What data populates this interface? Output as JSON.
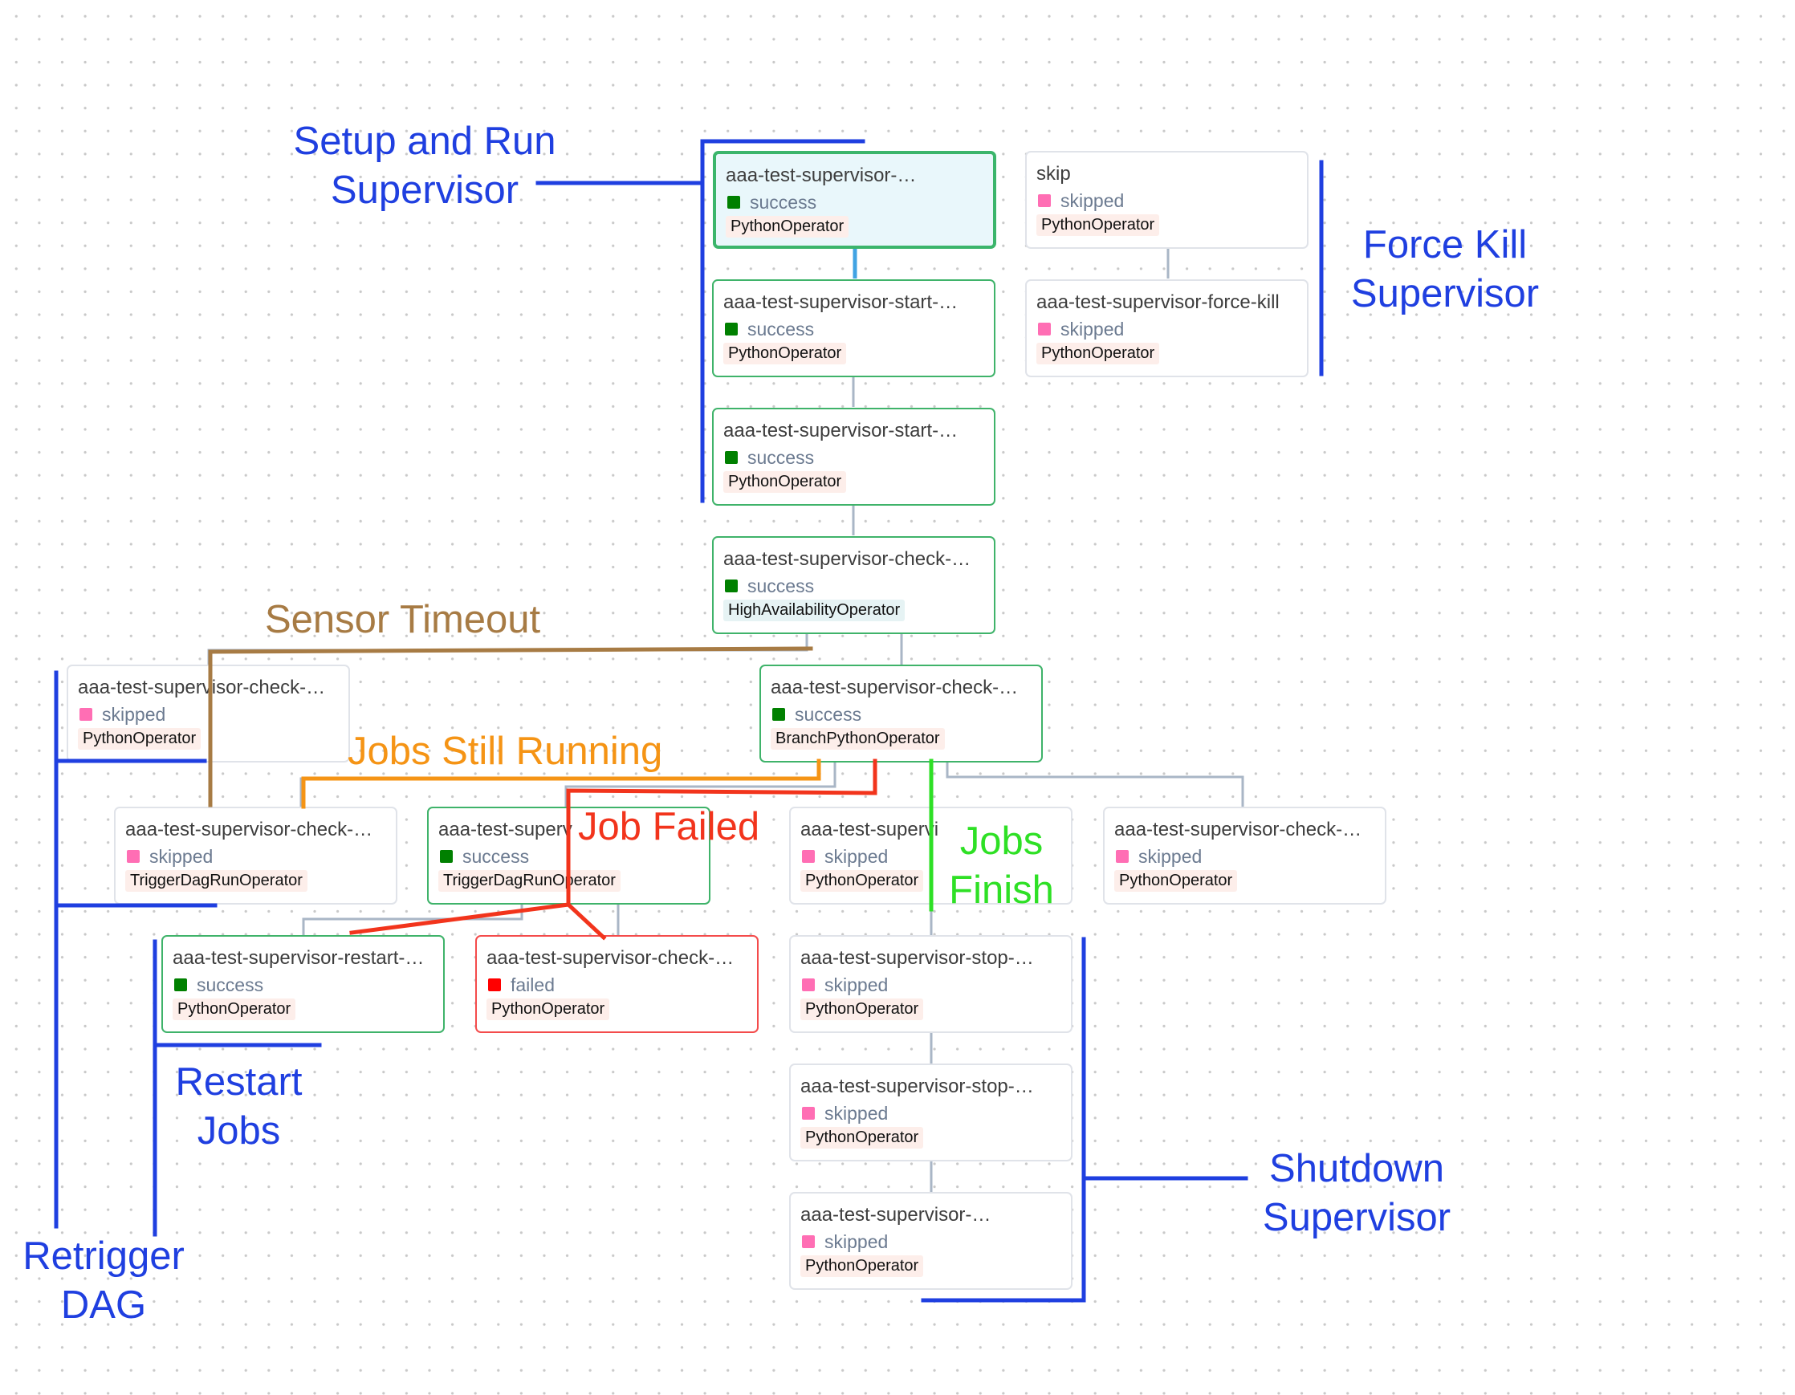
{
  "colors": {
    "annotation_blue": "#1f3fe0",
    "sensor_timeout": "#a77b44",
    "jobs_still_running": "#f59415",
    "job_failed": "#f2341c",
    "jobs_finish": "#2ee025",
    "edge": "#a9b6c6",
    "selected_edge": "#41a3e3",
    "success": "#008000",
    "skipped": "#ff6eb4",
    "failed": "#ff0000"
  },
  "nodes": [
    {
      "id": "setup",
      "title": "aaa-test-supervisor-…",
      "state": "success",
      "operator": "PythonOperator",
      "selected": true
    },
    {
      "id": "start1",
      "title": "aaa-test-supervisor-start-…",
      "state": "success",
      "operator": "PythonOperator"
    },
    {
      "id": "start2",
      "title": "aaa-test-supervisor-start-…",
      "state": "success",
      "operator": "PythonOperator"
    },
    {
      "id": "check_ha",
      "title": "aaa-test-supervisor-check-…",
      "state": "success",
      "operator": "HighAvailabilityOperator"
    },
    {
      "id": "skip",
      "title": "skip",
      "state": "skipped",
      "operator": "PythonOperator"
    },
    {
      "id": "force_kill",
      "title": "aaa-test-supervisor-force-kill",
      "state": "skipped",
      "operator": "PythonOperator"
    },
    {
      "id": "check_left",
      "title": "aaa-test-supervisor-check-…",
      "state": "skipped",
      "operator": "PythonOperator"
    },
    {
      "id": "branch",
      "title": "aaa-test-supervisor-check-…",
      "state": "success",
      "operator": "BranchPythonOperator"
    },
    {
      "id": "trig_skipped",
      "title": "aaa-test-supervisor-check-…",
      "state": "skipped",
      "operator": "TriggerDagRunOperator"
    },
    {
      "id": "trig_success",
      "title": "aaa-test-superv",
      "state": "success",
      "operator": "TriggerDagRunOperator"
    },
    {
      "id": "finish",
      "title": "aaa-test-supervi",
      "state": "skipped",
      "operator": "PythonOperator"
    },
    {
      "id": "check_right",
      "title": "aaa-test-supervisor-check-…",
      "state": "skipped",
      "operator": "PythonOperator"
    },
    {
      "id": "restart",
      "title": "aaa-test-supervisor-restart-…",
      "state": "success",
      "operator": "PythonOperator"
    },
    {
      "id": "check_failed",
      "title": "aaa-test-supervisor-check-…",
      "state": "failed",
      "operator": "PythonOperator"
    },
    {
      "id": "stop1",
      "title": "aaa-test-supervisor-stop-…",
      "state": "skipped",
      "operator": "PythonOperator"
    },
    {
      "id": "stop2",
      "title": "aaa-test-supervisor-stop-…",
      "state": "skipped",
      "operator": "PythonOperator"
    },
    {
      "id": "final",
      "title": "aaa-test-supervisor-…",
      "state": "skipped",
      "operator": "PythonOperator"
    }
  ],
  "annotations": {
    "setup_and_run": "Setup and Run\nSupervisor",
    "force_kill": "Force Kill\nSupervisor",
    "sensor_timeout": "Sensor Timeout",
    "jobs_still_running": "Jobs Still Running",
    "job_failed": "Job Failed",
    "jobs_finish": "Jobs\nFinish",
    "restart_jobs": "Restart\nJobs",
    "retrigger_dag": "Retrigger\nDAG",
    "shutdown": "Shutdown\nSupervisor"
  }
}
